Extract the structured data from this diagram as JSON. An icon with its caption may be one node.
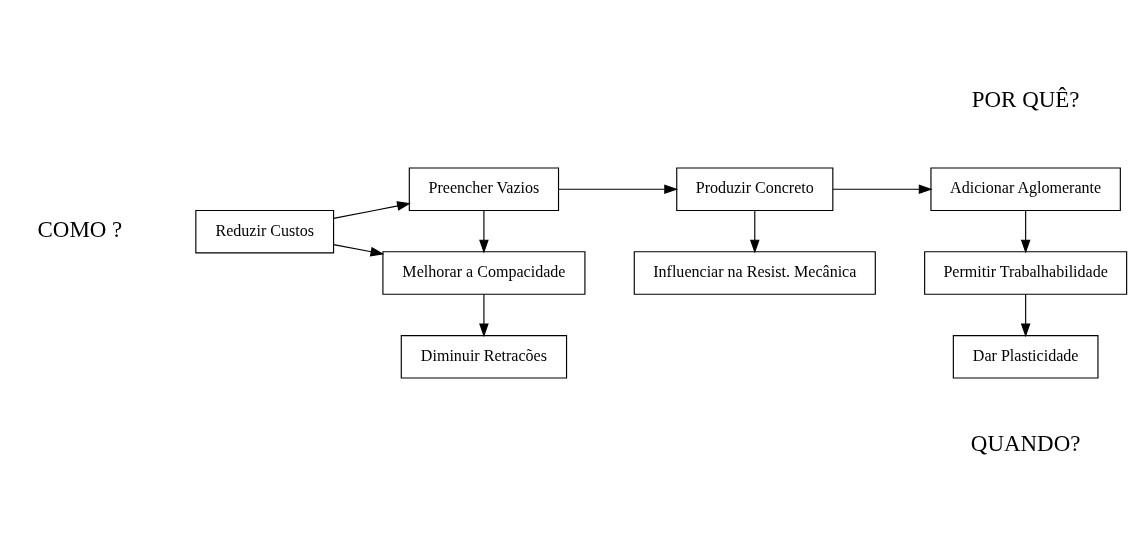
{
  "diagram": {
    "nodes": [
      {
        "text": [
          "Reduzir Custos"
        ]
      },
      {
        "text": [
          "Preencher Vazios"
        ]
      },
      {
        "text": [
          "Produzir Concreto"
        ]
      },
      {
        "text": [
          "Adicionar Aglomerante"
        ]
      },
      {
        "text": [
          "Melhorar a Compacidade"
        ]
      },
      {
        "text": [
          "Influenciar na Resist. Mecânica"
        ]
      },
      {
        "text": [
          "Permitir Trabalhabilidade"
        ]
      },
      {
        "text": [
          "Diminuir Retracões"
        ]
      },
      {
        "text": [
          "Dar Plasticidade"
        ]
      }
    ],
    "edges": [
      {
        "from": 0,
        "to": 1,
        "arrow": "to"
      },
      {
        "from": 0,
        "to": 4,
        "arrow": "to"
      },
      {
        "from": 1,
        "to": 2,
        "arrow": "to"
      },
      {
        "from": 2,
        "to": 3,
        "arrow": "to"
      },
      {
        "from": 1,
        "to": 4,
        "arrow": "to"
      },
      {
        "from": 2,
        "to": 5,
        "arrow": "to"
      },
      {
        "from": 3,
        "to": 6,
        "arrow": "to"
      },
      {
        "from": 6,
        "to": 8,
        "arrow": "to"
      },
      {
        "from": 4,
        "to": 7,
        "arrow": "to"
      }
    ],
    "labels": [
      "COMO ?",
      "POR QUÊ?",
      "QUANDO?"
    ]
  }
}
